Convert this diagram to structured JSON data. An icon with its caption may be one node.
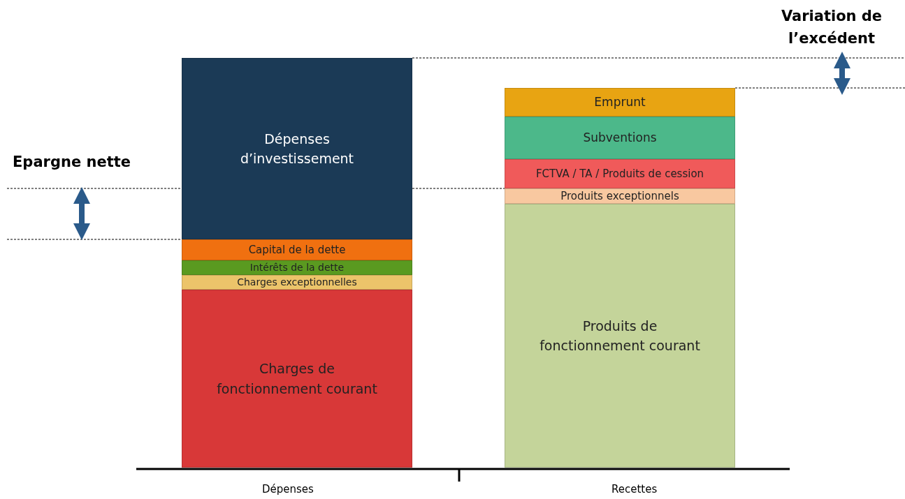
{
  "diagram": {
    "nodes": [
      {
        "text": [
          "Dépenses d’investissement"
        ]
      },
      {
        "text": [
          "Capital de la dette"
        ]
      },
      {
        "text": [
          "Intérêts de la dette"
        ]
      },
      {
        "text": [
          "Charges exceptionnelles"
        ]
      },
      {
        "text": [
          "Charges de fonctionnement courant"
        ]
      },
      {
        "text": [
          "Emprunt"
        ]
      },
      {
        "text": [
          "Subventions"
        ]
      },
      {
        "text": [
          "FCTVA / TA / Produits de cession"
        ]
      },
      {
        "text": [
          "Produits exceptionnels"
        ]
      },
      {
        "text": [
          "Produits de fonctionnement courant"
        ]
      }
    ],
    "labels": [
      "Variation de l’excédent",
      "Epargne nette",
      "Dépenses",
      "Recettes"
    ]
  }
}
